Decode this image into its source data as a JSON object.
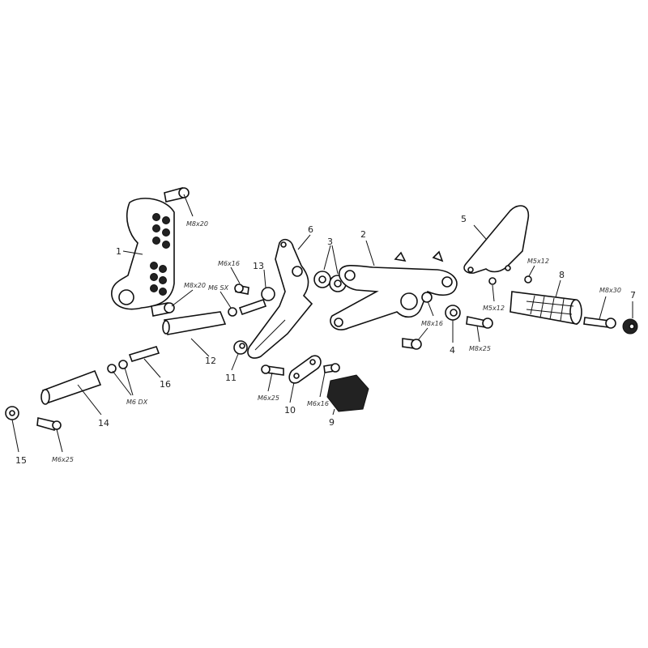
{
  "diagram": {
    "part_numbers": {
      "p1": "1",
      "p2": "2",
      "p3": "3",
      "p4": "4",
      "p5": "5",
      "p6": "6",
      "p7": "7",
      "p8": "8",
      "p9": "9",
      "p10": "10",
      "p11": "11",
      "p12": "12",
      "p13": "13",
      "p14": "14",
      "p15": "15",
      "p16": "16"
    },
    "fastener_specs": {
      "m8x20_top": "M8x20",
      "m8x20_lower": "M8x20",
      "m6x16_top": "M6x16",
      "m6_sx": "M6 SX",
      "m6_dx": "M6 DX",
      "m6x25_left": "M6x25",
      "m6x25_mid": "M6x25",
      "m6x16_bottom": "M6x16",
      "m8x16": "M8x16",
      "m8x25": "M8x25",
      "m5x12_top": "M5x12",
      "m5x12_bottom": "M5x12",
      "m8x30": "M8x30"
    }
  }
}
